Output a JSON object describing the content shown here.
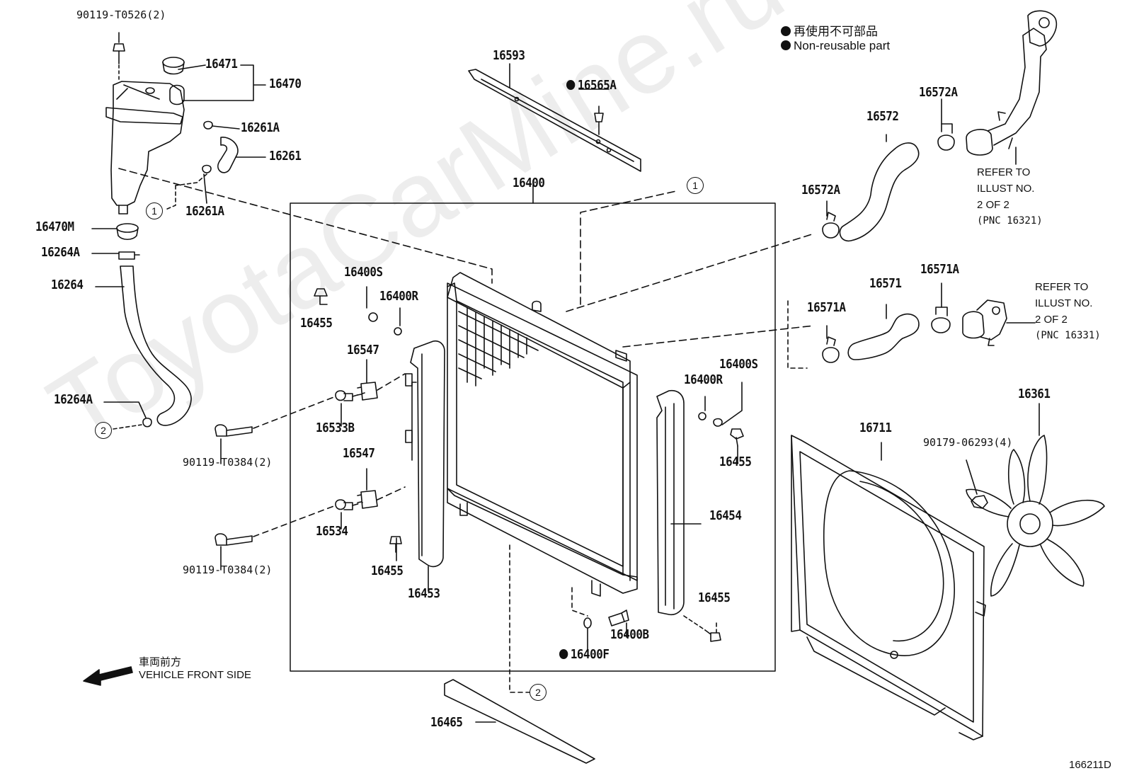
{
  "legend": {
    "line_jp": "再使用不可部品",
    "line_en": "Non-reusable part"
  },
  "watermark": "ToyotaCarMine.ru",
  "direction": {
    "label_jp": "車両前方",
    "label_en": "VEHICLE FRONT SIDE"
  },
  "diagram_id": "166211D",
  "refs": {
    "upper": {
      "line1": "REFER TO",
      "line2": "ILLUST NO.",
      "line3": "2 OF 2",
      "line4": "(PNC 16321)"
    },
    "lower": {
      "line1": "REFER TO",
      "line2": "ILLUST NO.",
      "line3": "2 OF 2",
      "line4": "(PNC 16331)"
    }
  },
  "markers": {
    "one": "1",
    "two": "2"
  },
  "parts": {
    "p90119_t0526": "90119-T0526(2)",
    "p16471": "16471",
    "p16470": "16470",
    "p16261a_top": "16261A",
    "p16261": "16261",
    "p16261a_bot": "16261A",
    "p16470m": "16470M",
    "p16264a_top": "16264A",
    "p16264": "16264",
    "p16264a_bot": "16264A",
    "p16593": "16593",
    "p16565a": "16565A",
    "p16400": "16400",
    "p16400s_l": "16400S",
    "p16400r_l": "16400R",
    "p16455_ul": "16455",
    "p16547_a": "16547",
    "p16533b": "16533B",
    "p90119_t0384_a": "90119-T0384(2)",
    "p16547_b": "16547",
    "p16534": "16534",
    "p90119_t0384_b": "90119-T0384(2)",
    "p16455_ll": "16455",
    "p16453": "16453",
    "p16400s_r": "16400S",
    "p16400r_r": "16400R",
    "p16455_ur": "16455",
    "p16454": "16454",
    "p16455_lr": "16455",
    "p16400b": "16400B",
    "p16400f": "16400F",
    "p16465": "16465",
    "p16572": "16572",
    "p16572a_top": "16572A",
    "p16572a_left": "16572A",
    "p16571": "16571",
    "p16571a_top": "16571A",
    "p16571a_left": "16571A",
    "p16711": "16711",
    "p16361": "16361",
    "p90179_06293": "90179-06293(4)"
  }
}
